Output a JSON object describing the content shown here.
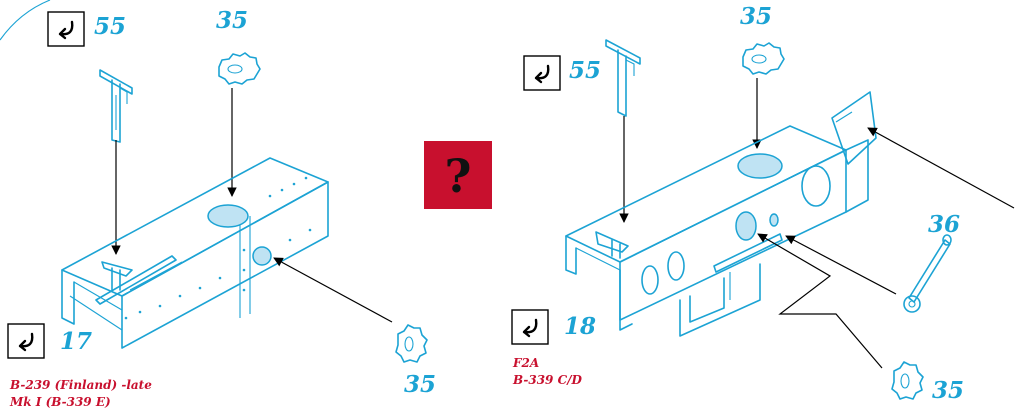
{
  "left_panel": {
    "step_ref_top": "55",
    "part_nut": "35",
    "step_ref_bottom": "17",
    "part_nut_bottom": "35",
    "variant_lines": [
      "B-239 (Finland) -late",
      "Mk I (B-339 E)"
    ]
  },
  "center": {
    "unknown_mark": "?",
    "colors": {
      "box": "#c8102e",
      "mark": "#111111"
    }
  },
  "right_panel": {
    "step_ref_top": "55",
    "part_nut_top": "35",
    "part_lever": "36",
    "step_ref_bottom": "18",
    "part_nut_bottom": "35",
    "variant_lines": [
      "F2A",
      "B-339 C/D"
    ]
  },
  "colors": {
    "part_line": "#1ca3d4",
    "part_number": "#1ca3d4",
    "variant_text": "#c8102e",
    "hole_fill": "#bfe3f3"
  },
  "icons": [
    "turn-over-icon",
    "nut-icon",
    "lever-icon"
  ]
}
